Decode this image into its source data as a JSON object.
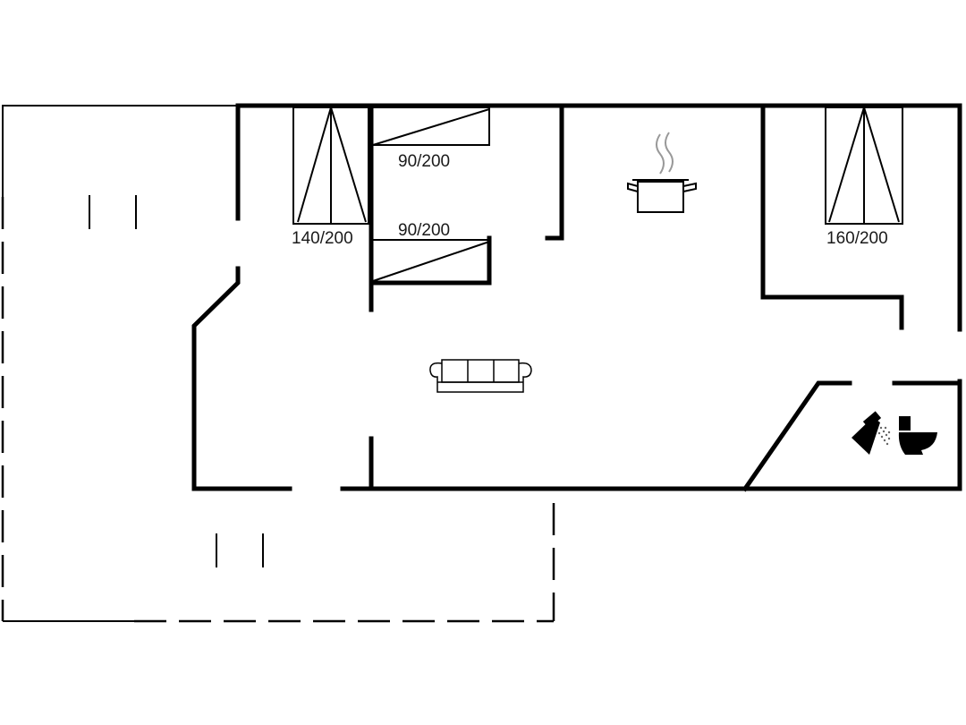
{
  "floorplan": {
    "beds": [
      {
        "id": "bed-left-double",
        "label": "140/200"
      },
      {
        "id": "bed-single-upper",
        "label": "90/200"
      },
      {
        "id": "bed-single-lower",
        "label": "90/200"
      },
      {
        "id": "bed-right-double",
        "label": "160/200"
      }
    ],
    "icons": [
      "cooking-pot-icon",
      "sofa-icon",
      "shower-icon",
      "toilet-icon"
    ]
  }
}
